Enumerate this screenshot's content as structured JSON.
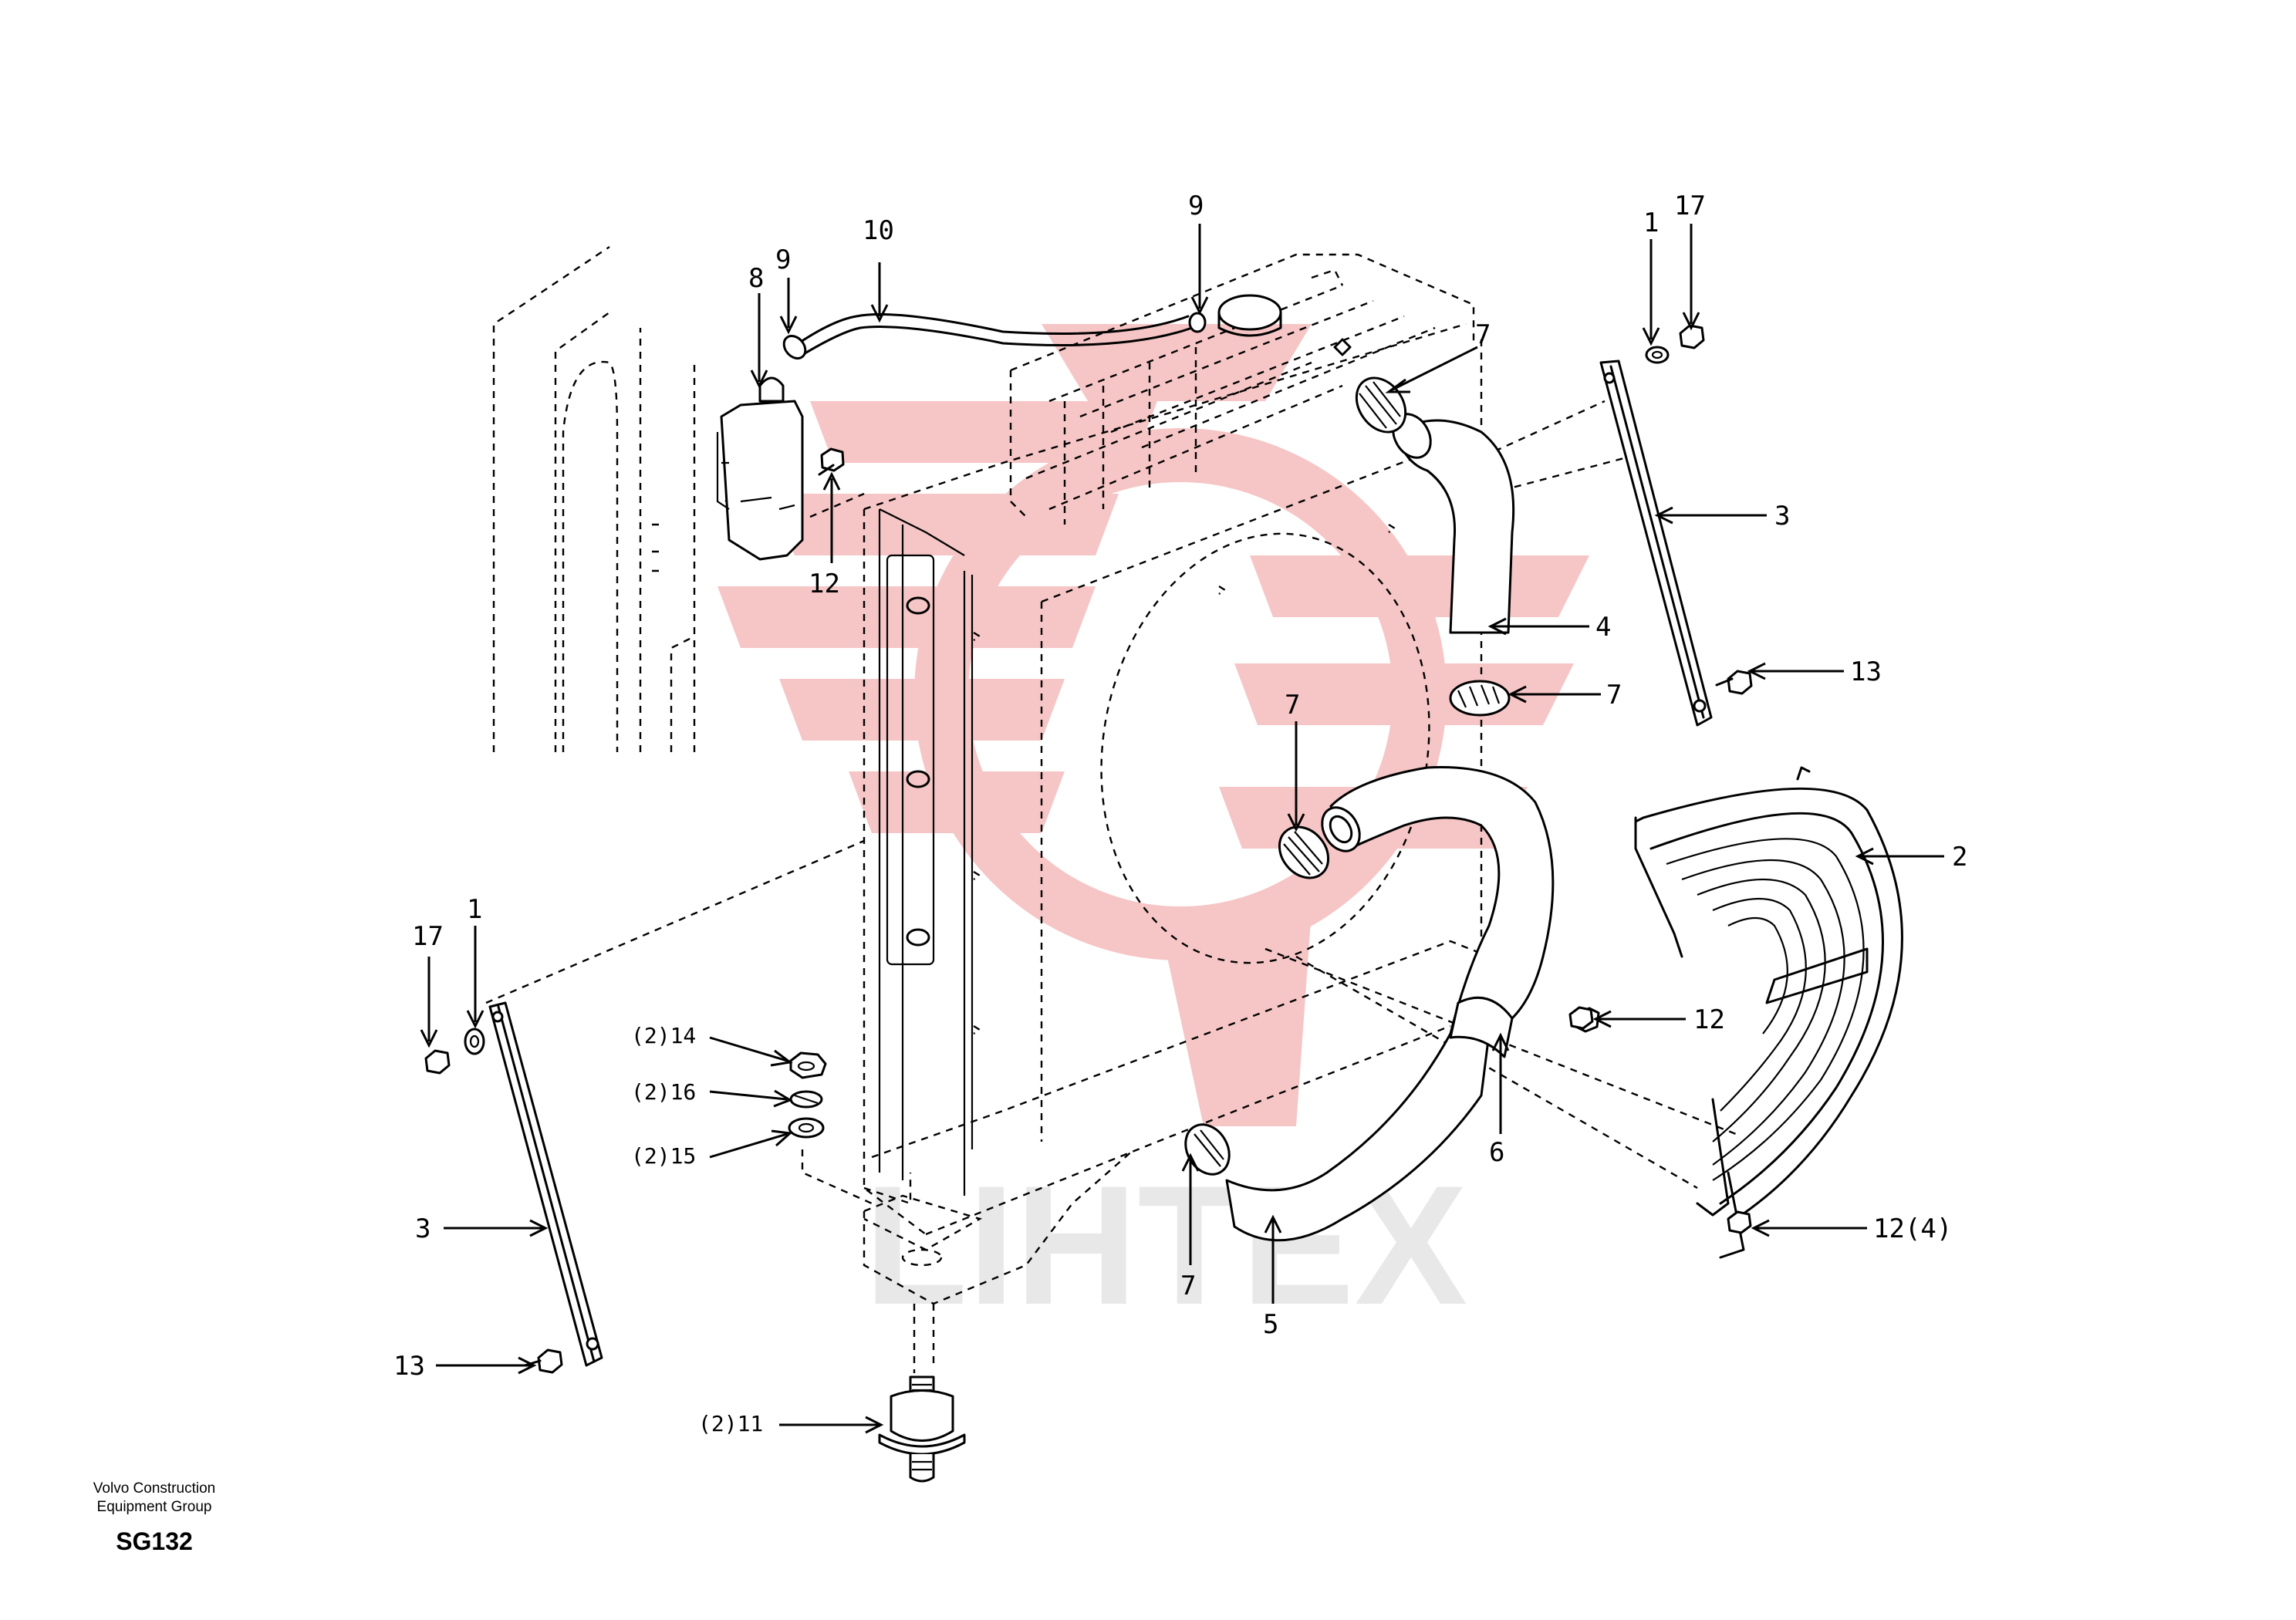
{
  "watermark": {
    "text": "LIHTEX",
    "color": "#f6c3c3"
  },
  "callouts": {
    "c1a": "1",
    "c17a": "17",
    "c9a": "9",
    "c10": "10",
    "c9b": "9",
    "c8": "8",
    "c7a": "7",
    "c3a": "3",
    "c12a": "12",
    "c4": "4",
    "c13a": "13",
    "c7b": "7",
    "c7c": "7",
    "c2": "2",
    "c17b": "17",
    "c1b": "1",
    "c12b": "12",
    "c6": "6",
    "c14": "(2)14",
    "c16": "(2)16",
    "c15": "(2)15",
    "c12c": "12(4)",
    "c3b": "3",
    "c7d": "7",
    "c5": "5",
    "c13b": "13",
    "c11": "(2)11"
  },
  "footer": {
    "line1": "Volvo Construction",
    "line2": "Equipment Group",
    "code": "SG132"
  }
}
